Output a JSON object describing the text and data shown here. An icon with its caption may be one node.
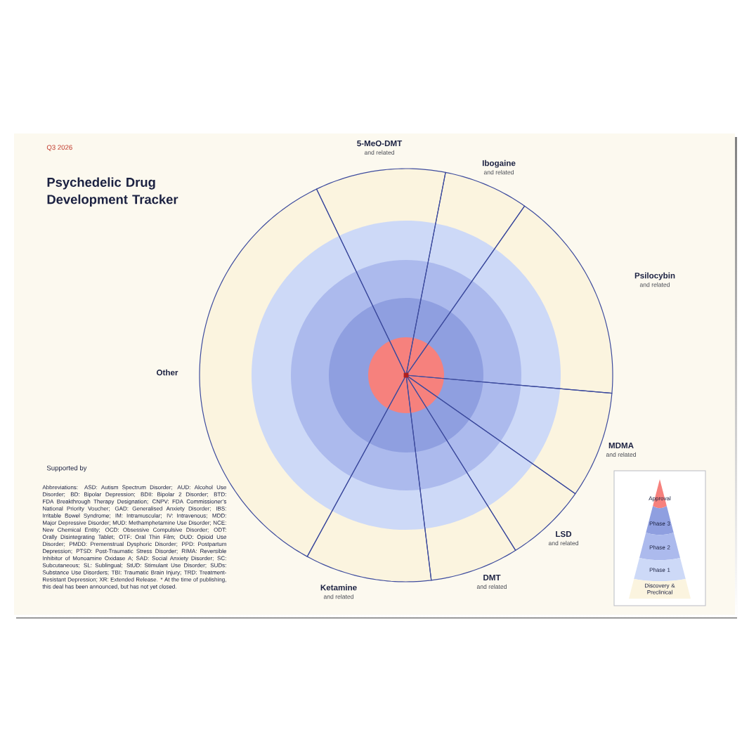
{
  "diagram": {
    "title": "Psychedelic Drug Development Tracker",
    "nodes": [
      {
        "text": [
          "5-MeO-DMT",
          "and related"
        ]
      },
      {
        "text": [
          "Ibogaine",
          "and related"
        ]
      },
      {
        "text": [
          "Psilocybin",
          "and related"
        ]
      },
      {
        "text": [
          "Other"
        ]
      },
      {
        "text": [
          "MDMA",
          "and related"
        ]
      },
      {
        "text": [
          "LSD",
          "and related"
        ]
      },
      {
        "text": [
          "DMT",
          "and related"
        ]
      },
      {
        "text": [
          "Ketamine",
          "and related"
        ]
      }
    ],
    "labels": [
      "Q3 2026",
      "Supported by",
      "Abbreviations: ASD: Autism Spectrum Disorder; AUD: Alcohol Use Disorder; BD: Bipolar Depression; BDII: Bipolar 2 Disorder; BTD: FDA Breakthrough Therapy Designation; CNPV: FDA Commissioner’s National Priority Voucher; GAD: Generalised Anxiety Disorder; IBS: Irritable Bowel Syndrome; IM: Intramuscular; IV: Intravenous; MDD: Major Depressive Disorder; MUD: Methamphetamine Use Disorder; NCE: New Chemical Entity; OCD: Obsessive Compulsive Disorder; ODT: Orally Disintegrating Tablet; OTF: Oral Thin Film; OUD: Opioid Use Disorder; PMDD: Premenstrual Dysphoric Disorder; PPD: Postpartum Depression; PTSD: Post-Traumatic Stress Disorder; RIMA: Reversible Inhibitor of Monoamine Oxidase A; SAD: Social Anxiety Disorder; SC: Subcutaneous; SL: Sublingual; StUD: Stimulant Use Disorder; SUDs: Substance Use Disorders; TBI: Traumatic Brain Injury; TRD: Treatment-Resistant Depression; XR: Extended Release. * At the time of publishing, this deal has been announced, but has not yet closed."
    ],
    "legend": [
      {
        "text": "Approval",
        "color": "#f6817d"
      },
      {
        "text": "Phase 3",
        "color": "#8f9fe0"
      },
      {
        "text": "Phase 2",
        "color": "#acbaed"
      },
      {
        "text": "Phase 1",
        "color": "#cdd9f7"
      },
      {
        "text": "Discovery & Preclinical",
        "color": "#fbf4df"
      }
    ]
  }
}
